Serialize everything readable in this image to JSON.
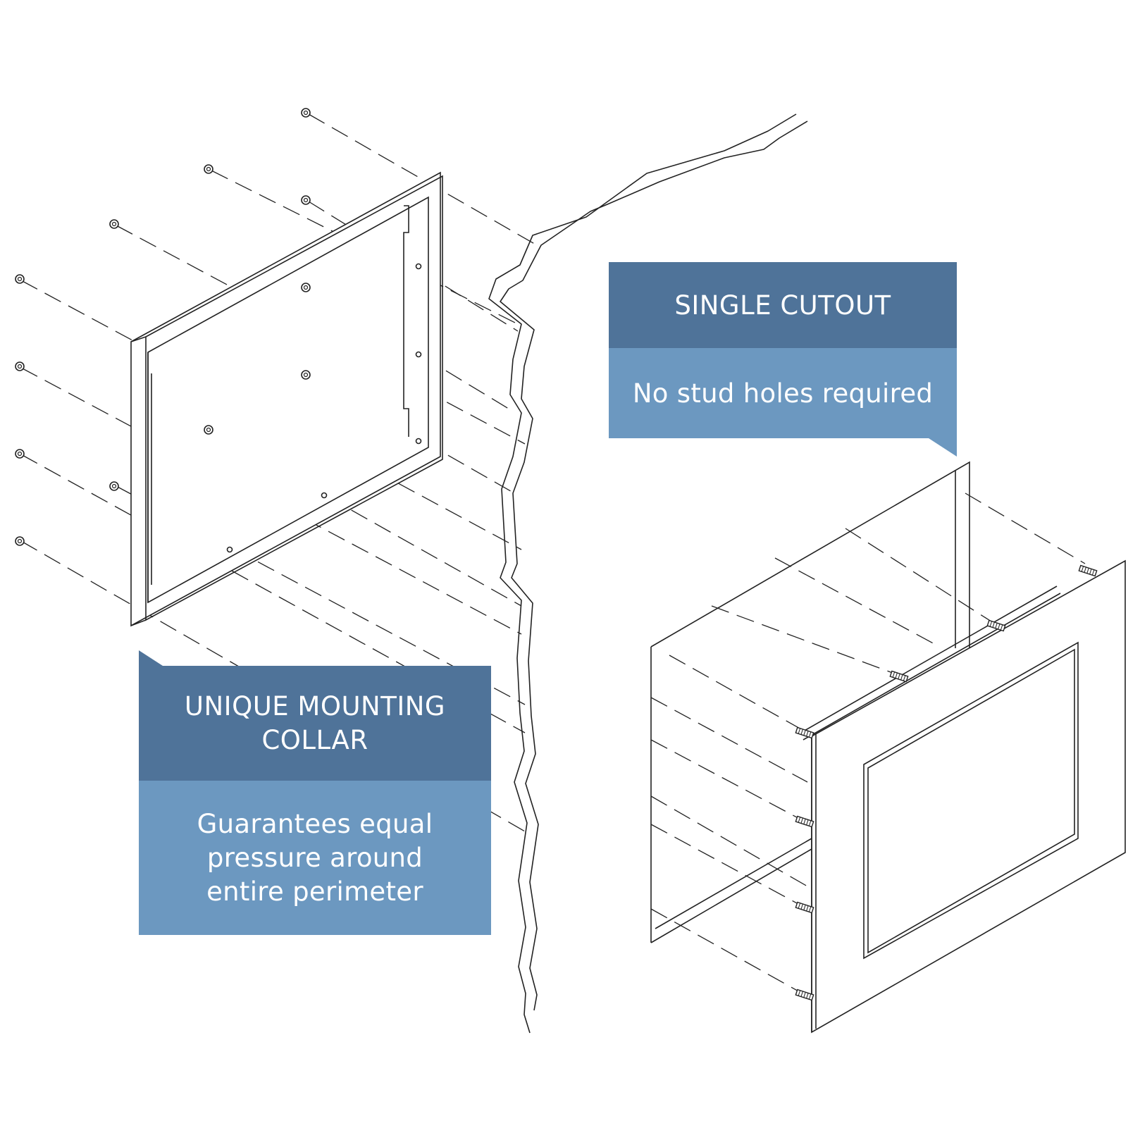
{
  "callouts": {
    "single_cutout": {
      "title": "SINGLE CUTOUT",
      "description": "No stud holes required",
      "title_color": "#4f7399",
      "description_color": "#6c98c0"
    },
    "mounting_collar": {
      "title": "UNIQUE MOUNTING\nCOLLAR",
      "description": "Guarantees equal\npressure around\nentire perimeter",
      "title_color": "#4f7399",
      "description_color": "#6c98c0"
    }
  },
  "drawing": {
    "line_color": "#222222",
    "items": [
      "mounting-collar",
      "wall-break",
      "display-enclosure",
      "nuts",
      "studs",
      "dashed-guides"
    ]
  }
}
